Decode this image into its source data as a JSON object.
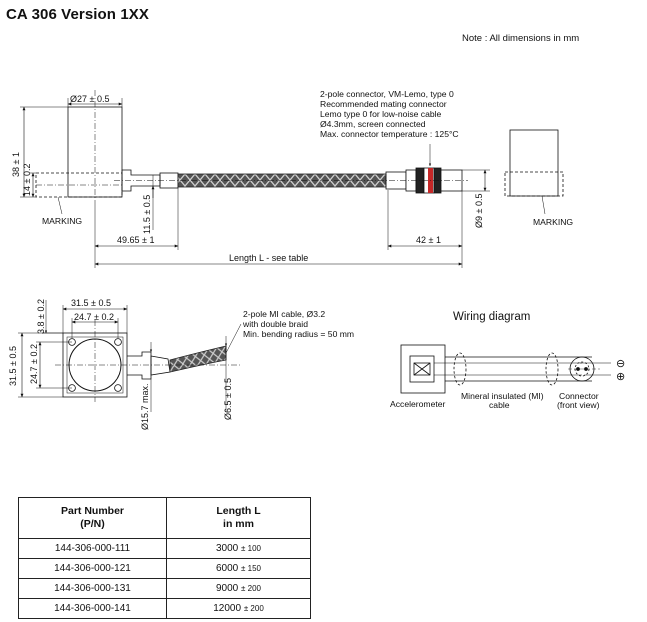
{
  "title": "CA 306 Version 1XX",
  "note": "Note : All dimensions in mm",
  "top_view": {
    "dia_housing": "Ø27 ± 0.5",
    "height_38": "38 ± 1",
    "height_14": "14 ± 0.2",
    "marking_left": "MARKING",
    "dim_11_5": "11.5 ± 0.5",
    "dim_49_65": "49.65 ± 1",
    "length_label": "Length L - see table",
    "dim_42": "42 ± 1",
    "dia_9": "Ø9 ± 0.5",
    "marking_right": "MARKING",
    "connector_note": [
      "2-pole connector, VM-Lemo, type 0",
      "Recommended mating connector",
      "Lemo type 0 for low-noise cable",
      "Ø4.3mm, screen connected",
      "Max. connector temperature : 125°C"
    ]
  },
  "bottom_view": {
    "dim_31_5_top": "31.5 ± 0.5",
    "dim_24_7_top": "24.7 ± 0.2",
    "dim_3_8": "3.8 ± 0.2",
    "dim_31_5_side": "31.5 ± 0.5",
    "dim_24_7_side": "24.7 ± 0.2",
    "dim_15_7": "Ø15.7 max.",
    "dim_6_5": "Ø6.5 ± 0.5",
    "cable_note": [
      "2-pole MI cable, Ø3.2",
      "with double braid",
      "Min. bending radius = 50 mm"
    ]
  },
  "wiring": {
    "title": "Wiring diagram",
    "accelerometer": "Accelerometer",
    "cable": [
      "Mineral insulated (MI)",
      "cable"
    ],
    "connector": [
      "Connector",
      "(front view)"
    ],
    "minus": "⊖",
    "plus": "⊕"
  },
  "table": {
    "headers": [
      [
        "Part Number",
        "(P/N)"
      ],
      [
        "Length L",
        "in mm"
      ]
    ],
    "rows": [
      {
        "pn": "144-306-000-111",
        "length": "3000",
        "tol": "± 100"
      },
      {
        "pn": "144-306-000-121",
        "length": "6000",
        "tol": "± 150"
      },
      {
        "pn": "144-306-000-131",
        "length": "9000",
        "tol": "± 200"
      },
      {
        "pn": "144-306-000-141",
        "length": "12000",
        "tol": "± 200"
      }
    ]
  }
}
